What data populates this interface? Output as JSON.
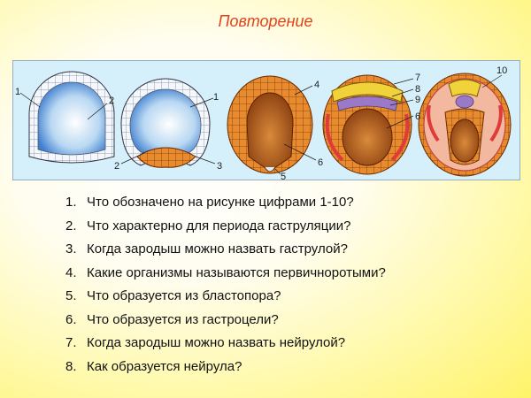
{
  "title": "Повторение",
  "figure": {
    "labels": [
      "1",
      "2",
      "1",
      "2",
      "3",
      "4",
      "5",
      "6",
      "7",
      "8",
      "9",
      "6",
      "10"
    ]
  },
  "questions": [
    {
      "num": "1.",
      "text": "Что обозначено на рисунке цифрами 1-10?"
    },
    {
      "num": "2.",
      "text": "Что характерно для периода гаструляции?"
    },
    {
      "num": "3.",
      "text": "Когда зародыш можно назвать гаструлой?"
    },
    {
      "num": "4.",
      "text": "Какие организмы называются первичноротыми?"
    },
    {
      "num": "5.",
      "text": "Что образуется из бластопора?"
    },
    {
      "num": "6.",
      "text": "Что образуется из гастроцели?"
    },
    {
      "num": "7.",
      "text": "Когда зародыш можно назвать нейрулой?"
    },
    {
      "num": "8.",
      "text": "Как образуется нейрула?"
    }
  ]
}
